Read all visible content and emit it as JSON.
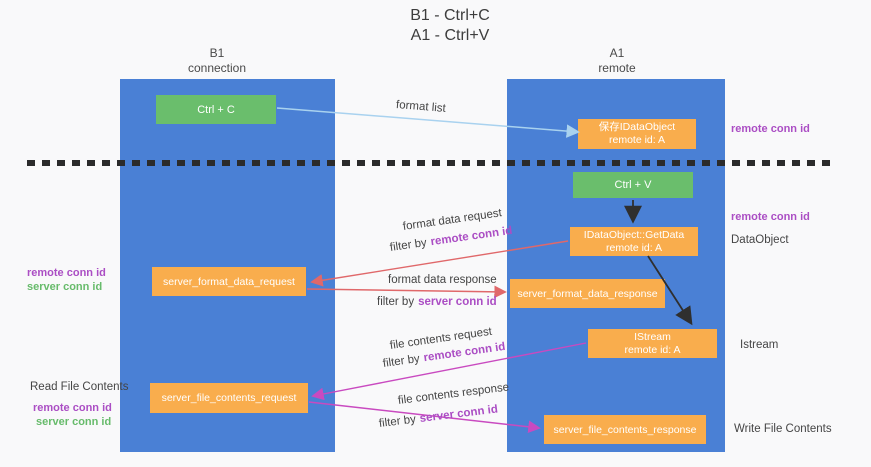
{
  "title": {
    "line1": "B1 - Ctrl+C",
    "line2": "A1 - Ctrl+V"
  },
  "lanes": {
    "left": {
      "header_top": "B1",
      "header_bottom": "connection"
    },
    "right": {
      "header_top": "A1",
      "header_bottom": "remote"
    }
  },
  "nodes": {
    "ctrl_c": {
      "label": "Ctrl + C"
    },
    "ctrl_v": {
      "label": "Ctrl + V"
    },
    "save_idataobject": {
      "line1": "保存IDataObject",
      "line2": "remote id: A"
    },
    "idataobject_getdata": {
      "line1": "IDataObject::GetData",
      "line2": "remote id: A"
    },
    "istream": {
      "line1": "IStream",
      "line2": "remote id: A"
    },
    "server_format_data_request": {
      "label": "server_format_data_request"
    },
    "server_format_data_response": {
      "label": "server_format_data_response"
    },
    "server_file_contents_request": {
      "label": "server_file_contents_request"
    },
    "server_file_contents_response": {
      "label": "server_file_contents_response"
    }
  },
  "edges": {
    "format_list": {
      "label": "format list"
    },
    "format_data_request": {
      "label": "format data request",
      "filter_prefix": "filter by",
      "filter_key": "remote conn id"
    },
    "format_data_response": {
      "label": "format data response",
      "filter_prefix": "filter by",
      "filter_key": "server conn id"
    },
    "file_contents_request": {
      "label": "file contents request",
      "filter_prefix": "filter by",
      "filter_key": "remote conn id"
    },
    "file_contents_response": {
      "label": "file contents response",
      "filter_prefix": "filter by",
      "filter_key": "server conn id"
    }
  },
  "side_labels": {
    "left_format": {
      "remote": "remote conn id",
      "server": "server conn id"
    },
    "left_file": {
      "title": "Read File Contents",
      "remote": "remote conn id",
      "server": "server conn id"
    },
    "right_top": {
      "remote": "remote conn id"
    },
    "right_dataobject": {
      "remote": "remote conn id",
      "name": "DataObject"
    },
    "right_istream": {
      "name": "Istream"
    },
    "right_write": {
      "name": "Write File Contents"
    }
  },
  "colors": {
    "lane_blue": "#4a80d5",
    "node_green": "#6abe6c",
    "node_orange": "#f9ad4d",
    "arrow_salmon": "#e0686a",
    "arrow_magenta": "#c94ac0",
    "arrow_lightblue": "#a9d2ef",
    "arrow_black": "#2f2f2f",
    "text_purple": "#ab4ec4",
    "text_green": "#67bb6b",
    "text_dark": "#454545",
    "dash_black": "#2b2b2b",
    "background": "#f9f9fa"
  }
}
